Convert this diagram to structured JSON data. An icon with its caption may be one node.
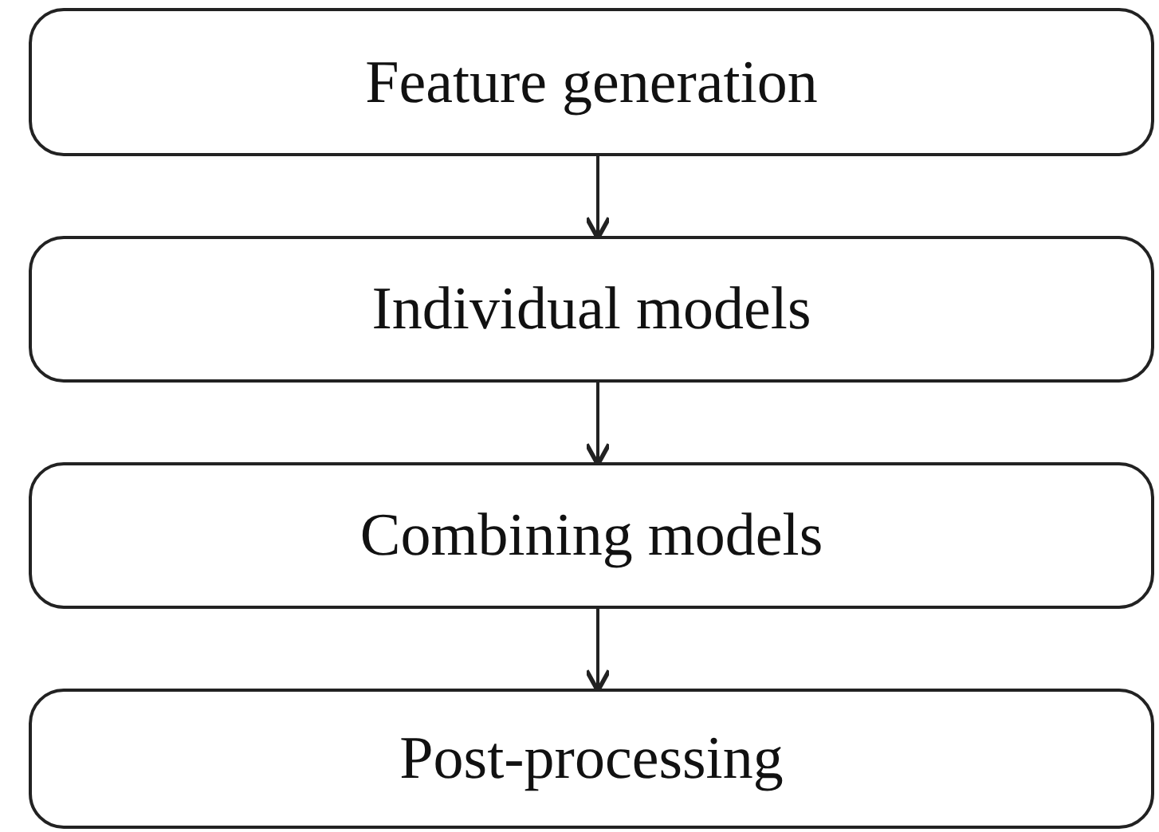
{
  "diagram": {
    "nodes": [
      {
        "text": [
          "Feature generation"
        ]
      },
      {
        "text": [
          "Individual models"
        ]
      },
      {
        "text": [
          "Combining models"
        ]
      },
      {
        "text": [
          "Post-processing"
        ]
      }
    ],
    "edges": [
      {
        "from": 0,
        "to": 1,
        "arrow": "to"
      },
      {
        "from": 1,
        "to": 2,
        "arrow": "to"
      },
      {
        "from": 2,
        "to": 3,
        "arrow": "to"
      }
    ]
  }
}
